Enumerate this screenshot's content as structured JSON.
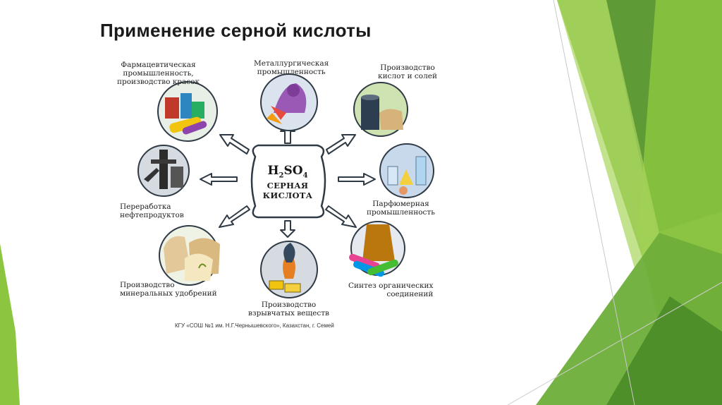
{
  "slide": {
    "title": "Применение серной кислоты",
    "footer": "КГУ «СОШ №1 им. Н.Г.Чернышевского», Казахстан, г. Семей"
  },
  "center": {
    "formula_main": "H",
    "formula_sub1": "2",
    "formula_mid": "SO",
    "formula_sub2": "4",
    "line1": "СЕРНАЯ",
    "line2": "КИСЛОТА"
  },
  "applications": [
    {
      "line1": "Фармацевтическая",
      "line2": "промышленность,",
      "line3": "производство красок",
      "icon": "pharmacy-paint-icon"
    },
    {
      "line1": "Металлургическая",
      "line2": "промышленность",
      "icon": "metallurgy-icon"
    },
    {
      "line1": "Производство",
      "line2": "кислот и солей",
      "icon": "acids-salts-icon"
    },
    {
      "line1": "Переработка",
      "line2": "нефтепродуктов",
      "icon": "oil-rig-icon"
    },
    {
      "line1": "Парфюмерная",
      "line2": "промышленность",
      "icon": "perfume-icon"
    },
    {
      "line1": "Производство",
      "line2": "минеральных удобрений",
      "icon": "fertilizer-icon"
    },
    {
      "line1": "Производство",
      "line2": "взрывчатых веществ",
      "icon": "explosion-icon"
    },
    {
      "line1": "Синтез органических",
      "line2": "соединений",
      "icon": "textile-icon"
    }
  ],
  "colors": {
    "green_light": "#9ccc4a",
    "green_mid": "#6aa63a",
    "green_dark": "#4e8a2a",
    "frame": "#2f3a45"
  }
}
